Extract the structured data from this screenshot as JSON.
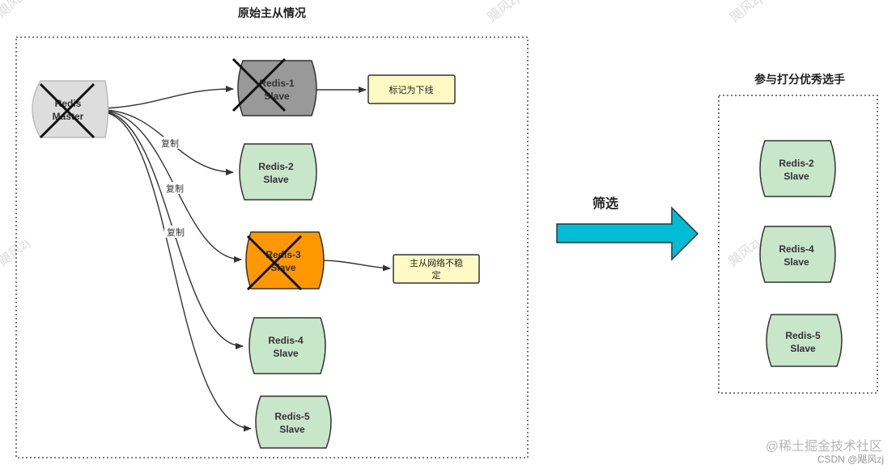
{
  "left_panel": {
    "title": "原始主从情况"
  },
  "right_panel": {
    "title": "参与打分优秀选手"
  },
  "master": {
    "line1": "Redis",
    "line2": "Master",
    "status": "crossed-out"
  },
  "slaves": [
    {
      "line1": "Redis-1",
      "line2": "Slave",
      "color": "#999999",
      "status": "crossed-out"
    },
    {
      "line1": "Redis-2",
      "line2": "Slave",
      "color": "#c8e6c9"
    },
    {
      "line1": "Redis-3",
      "line2": "Slave",
      "color": "#ff9800",
      "status": "crossed-out"
    },
    {
      "line1": "Redis-4",
      "line2": "Slave",
      "color": "#c8e6c9"
    },
    {
      "line1": "Redis-5",
      "line2": "Slave",
      "color": "#c8e6c9"
    }
  ],
  "selected": [
    {
      "line1": "Redis-2",
      "line2": "Slave"
    },
    {
      "line1": "Redis-4",
      "line2": "Slave"
    },
    {
      "line1": "Redis-5",
      "line2": "Slave"
    }
  ],
  "edge_labels": [
    "复制",
    "复制",
    "复制"
  ],
  "notes": {
    "offline": "标记为下线",
    "unstable_line1": "主从网络不稳",
    "unstable_line2": "定"
  },
  "filter_label": "筛选",
  "colors": {
    "note_fill": "#fff9c4",
    "arrow_fill": "#00bcd4",
    "green_fill": "#c8e6c9",
    "gray_fill": "#999999",
    "orange_fill": "#ff9800",
    "master_fill": "#dddddd"
  },
  "watermarks": {
    "community": "@稀土掘金技术社区",
    "csdn": "CSDN @飓风zj",
    "corner": "飓风zj"
  }
}
